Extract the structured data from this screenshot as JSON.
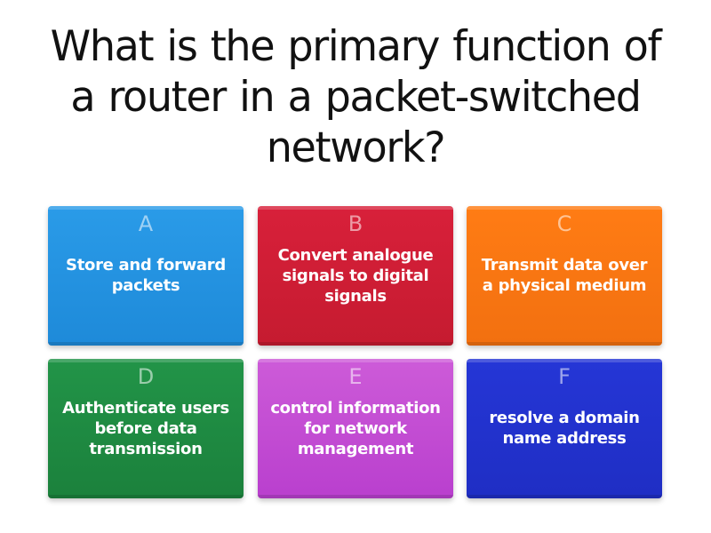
{
  "question": {
    "text": "What is the primary function of a router in a packet-switched network?"
  },
  "options": [
    {
      "letter": "A",
      "text": "Store and forward packets",
      "color": "#2a9be8",
      "color_dark": "#1e8ad9"
    },
    {
      "letter": "B",
      "text": "Convert analogue signals to digital signals",
      "color": "#d8203a",
      "color_dark": "#c51b30"
    },
    {
      "letter": "C",
      "text": "Transmit data over a physical medium",
      "color": "#ff7c14",
      "color_dark": "#f27010"
    },
    {
      "letter": "D",
      "text": "Authenticate users before data transmission",
      "color": "#229448",
      "color_dark": "#1b813c"
    },
    {
      "letter": "E",
      "text": "control information for network management",
      "color": "#cd5bd8",
      "color_dark": "#b93fce"
    },
    {
      "letter": "F",
      "text": "resolve a domain name address",
      "color": "#2536d6",
      "color_dark": "#1f2ec4"
    }
  ]
}
